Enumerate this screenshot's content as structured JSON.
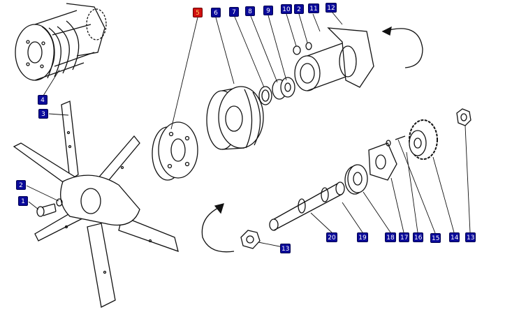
{
  "diagram": {
    "labels": [
      {
        "text": "5",
        "highlight": true
      },
      {
        "text": "6"
      },
      {
        "text": "7"
      },
      {
        "text": "8"
      },
      {
        "text": "9"
      },
      {
        "text": "10"
      },
      {
        "text": "2"
      },
      {
        "text": "11"
      },
      {
        "text": "12"
      },
      {
        "text": "4"
      },
      {
        "text": "3"
      },
      {
        "text": "2"
      },
      {
        "text": "1"
      },
      {
        "text": "20"
      },
      {
        "text": "19"
      },
      {
        "text": "18"
      },
      {
        "text": "17"
      },
      {
        "text": "16"
      },
      {
        "text": "15"
      },
      {
        "text": "14"
      },
      {
        "text": "13"
      },
      {
        "text": "13"
      }
    ],
    "colors": {
      "label": "#0a0a9a",
      "highlight": "#d01010",
      "ink": "#111111"
    }
  }
}
